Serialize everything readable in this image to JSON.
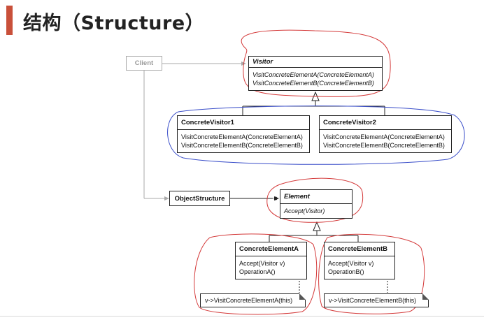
{
  "slide": {
    "title": "结构（Structure）"
  },
  "colors": {
    "accent": "#c9503a",
    "highlight_red": "#d43a3a",
    "highlight_blue": "#3a4ec9"
  },
  "diagram": {
    "client": {
      "name": "Client"
    },
    "visitor": {
      "name": "Visitor",
      "ops": [
        "VisitConcreteElementA(ConcreteElementA)",
        "VisitConcreteElementB(ConcreteElementB)"
      ]
    },
    "concrete_visitor1": {
      "name": "ConcreteVisitor1",
      "ops": [
        "VisitConcreteElementA(ConcreteElementA)",
        "VisitConcreteElementB(ConcreteElementB)"
      ]
    },
    "concrete_visitor2": {
      "name": "ConcreteVisitor2",
      "ops": [
        "VisitConcreteElementA(ConcreteElementA)",
        "VisitConcreteElementB(ConcreteElementB)"
      ]
    },
    "object_structure": {
      "name": "ObjectStructure"
    },
    "element": {
      "name": "Element",
      "ops": [
        "Accept(Visitor)"
      ]
    },
    "concrete_element_a": {
      "name": "ConcreteElementA",
      "ops": [
        "Accept(Visitor v)",
        "OperationA()"
      ],
      "note": "v->VisitConcreteElementA(this)"
    },
    "concrete_element_b": {
      "name": "ConcreteElementB",
      "ops": [
        "Accept(Visitor v)",
        "OperationB()"
      ],
      "note": "v->VisitConcreteElementB(this)"
    }
  }
}
